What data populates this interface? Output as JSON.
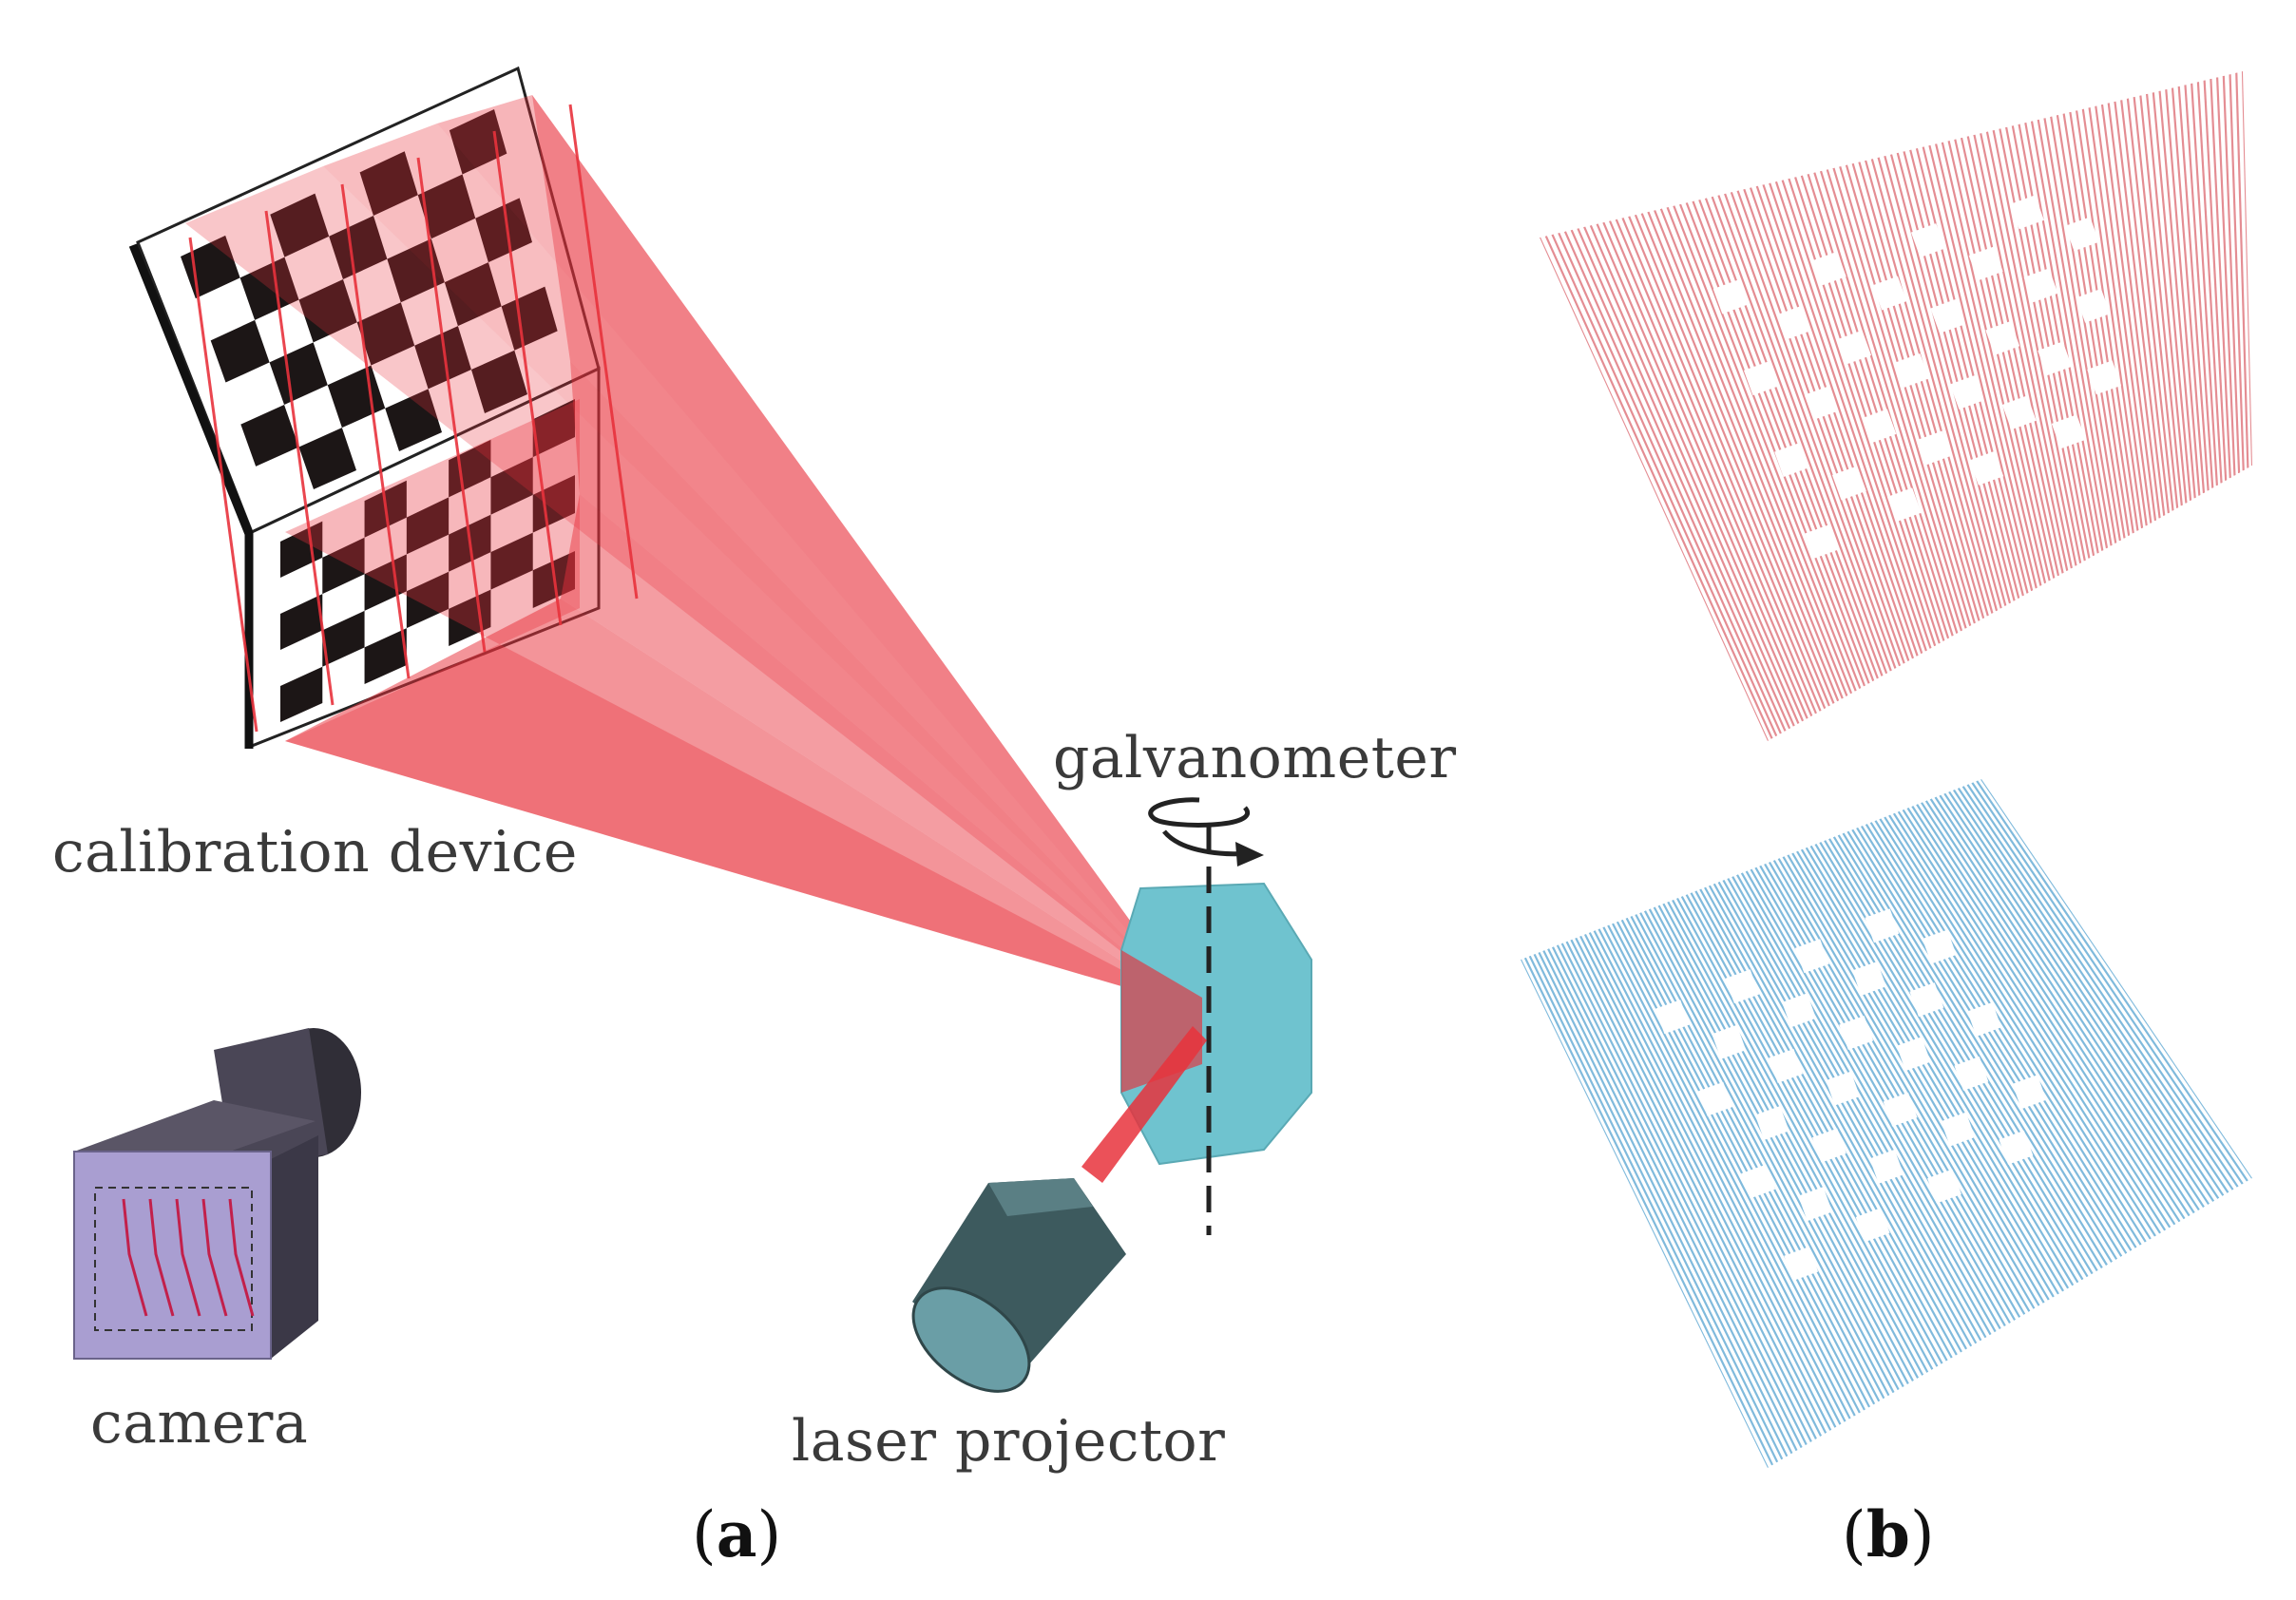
{
  "labels": {
    "calibration_device": "calibration device",
    "galvanometer": "galvanometer",
    "camera": "camera",
    "laser_projector": "laser projector",
    "panel_a": "a",
    "panel_b": "b"
  },
  "colors": {
    "laser_red": "#e8323c",
    "galvanometer_cyan": "#6fc3cf",
    "projector_dark": "#3d5a5e",
    "camera_body": "#a99ed1",
    "camera_dark": "#4a4656",
    "scan_red": "#e07a80",
    "scan_blue": "#6aaed6"
  },
  "icons": {
    "rotation": "rotation-arrow-icon",
    "axis": "dashed-axis-line"
  }
}
